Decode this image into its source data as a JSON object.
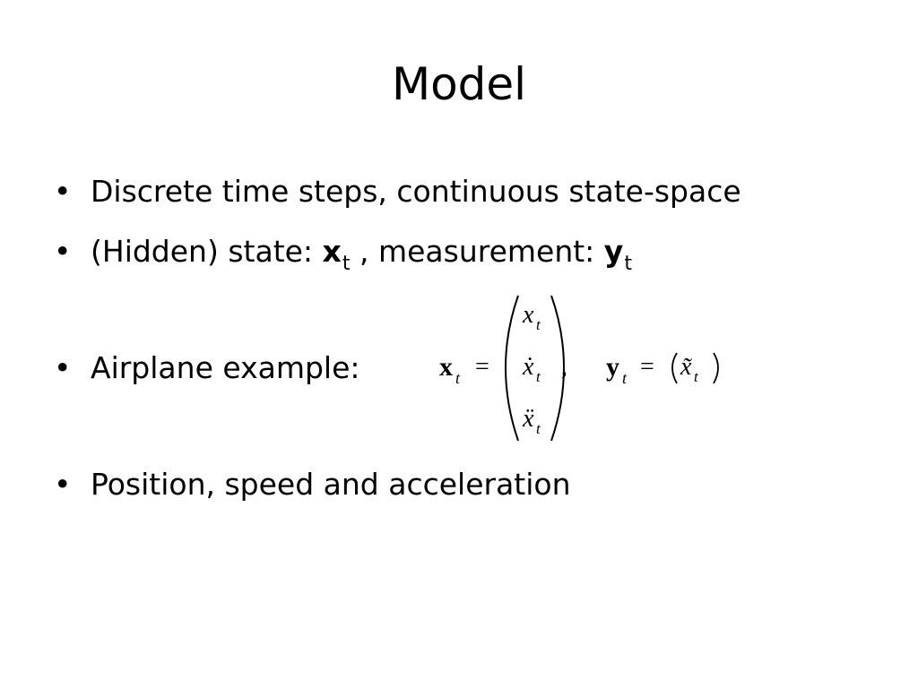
{
  "slide": {
    "title": "Model",
    "bullets": [
      {
        "text": "Discrete time steps, continuous state-space"
      },
      {
        "prefix": "(Hidden) state: ",
        "state_symbol": "x",
        "state_sub": "t",
        "middle": " , measurement: ",
        "meas_symbol": "y",
        "meas_sub": "t"
      },
      {
        "text": "Airplane example:"
      },
      {
        "text": "Position, speed and acceleration"
      }
    ],
    "bullet_glyph": "•",
    "equation": {
      "lhs_symbol": "x",
      "lhs_sub": "t",
      "equals": "=",
      "vector": [
        "x",
        "ẋ",
        "ẍ"
      ],
      "vector_sub": "t",
      "comma": ",",
      "meas_symbol": "y",
      "meas_sub": "t",
      "meas_rhs": "x̃",
      "meas_rhs_sub": "t"
    }
  }
}
